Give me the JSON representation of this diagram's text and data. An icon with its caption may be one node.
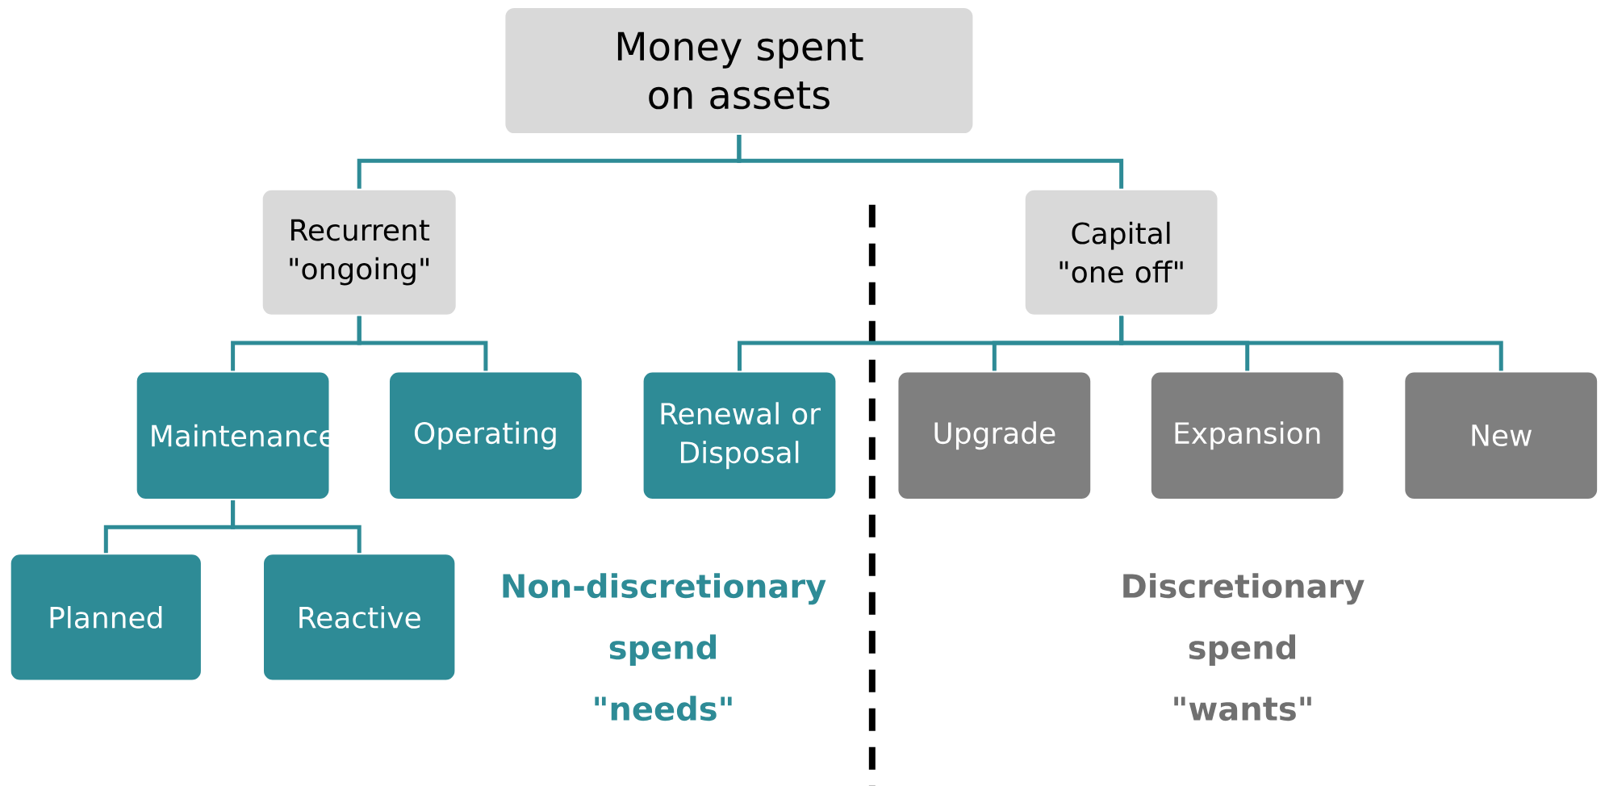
{
  "diagram": {
    "nodes": [
      {
        "text": [
          "Money spent on assets"
        ]
      },
      {
        "text": [
          "Recurrent \"ongoing\""
        ]
      },
      {
        "text": [
          "Capital \"one off\""
        ]
      },
      {
        "text": [
          "Maintenance"
        ]
      },
      {
        "text": [
          "Operating"
        ]
      },
      {
        "text": [
          "Renewal or Disposal"
        ]
      },
      {
        "text": [
          "Upgrade"
        ]
      },
      {
        "text": [
          "Expansion"
        ]
      },
      {
        "text": [
          "New"
        ]
      },
      {
        "text": [
          "Planned"
        ]
      },
      {
        "text": [
          "Reactive"
        ]
      }
    ],
    "edges": [
      {
        "from": 0,
        "to": 1,
        "arrow": "none"
      },
      {
        "from": 0,
        "to": 2,
        "arrow": "none"
      },
      {
        "from": 1,
        "to": 3,
        "arrow": "none"
      },
      {
        "from": 1,
        "to": 4,
        "arrow": "none"
      },
      {
        "from": 2,
        "to": 5,
        "arrow": "none"
      },
      {
        "from": 2,
        "to": 6,
        "arrow": "none"
      },
      {
        "from": 2,
        "to": 7,
        "arrow": "none"
      },
      {
        "from": 2,
        "to": 8,
        "arrow": "none"
      },
      {
        "from": 3,
        "to": 9,
        "arrow": "none"
      },
      {
        "from": 3,
        "to": 10,
        "arrow": "none"
      }
    ],
    "labels": [
      "Non-discretionary spend \"needs\"",
      "Discretionary spend \"wants\""
    ]
  }
}
